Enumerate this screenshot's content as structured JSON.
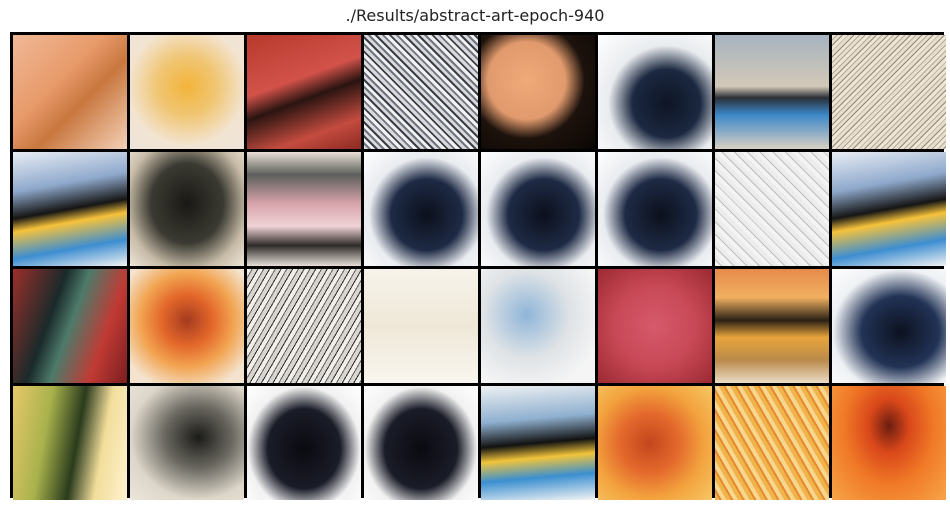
{
  "title": "./Results/abstract-art-epoch-940",
  "palette": {
    "background": "#ffffff",
    "grid_border": "#000000"
  },
  "tiles": [
    {
      "bg": "linear-gradient(135deg,#f0b896 0%,#e89a6a 40%,#c9773e 60%,#f4d1b8 100%)"
    },
    {
      "bg": "radial-gradient(circle at 50% 45%,#f3b43a 0%,#f0c674 35%,#f3e4d2 70%,#ece4da 100%)"
    },
    {
      "bg": "linear-gradient(160deg,#b73a2c 0%,#d2524a 40%,#2a1410 55%,#c44b3f 80%,#8d2a22 100%)"
    },
    {
      "bg": "repeating-linear-gradient(45deg,#d9d9dc 0 3px,#6e7480 3px 5px,#f1f1f1 5px 8px,#3b3f4a 8px 10px)"
    },
    {
      "bg": "radial-gradient(ellipse at 40% 40%,#f0a978 0%,#e19a6d 40%,#1d120c 60%,#0a0604 100%)"
    },
    {
      "bg": "radial-gradient(ellipse at 60% 60%,#0e1525 0%,#1b2840 35%,#e9ecef 60%,#ffffff 100%)"
    },
    {
      "bg": "linear-gradient(180deg,#a6b3bf 0%,#d2c8b8 45%,#2b2f36 55%,#3a87c7 70%,#d9d0c3 100%)"
    },
    {
      "bg": "repeating-linear-gradient(135deg,#efe6d8 0 3px,#b8aa96 3px 4px,#e7ddcd 4px 7px,#8f8778 7px 8px)"
    },
    {
      "bg": "linear-gradient(170deg,#e8edf5 0%,#8fa9cc 30%,#151515 50%,#f6c23a 60%,#3d8ed1 80%,#f2f2f2 100%)"
    },
    {
      "bg": "radial-gradient(ellipse at 50% 45%,#1a1814 0%,#3b3a32 45%,#c8bca8 75%,#eee6da 100%)"
    },
    {
      "bg": "linear-gradient(180deg,#e9dfd6 0%,#5b5e5b 20%,#d7a3aa 45%,#efd3d6 65%,#2f2b28 82%,#e5dfd7 100%)"
    },
    {
      "bg": "radial-gradient(ellipse at 55% 55%,#0b101c 0%,#1e2a45 40%,#e9ecf0 65%,#ffffff 100%)"
    },
    {
      "bg": "radial-gradient(ellipse at 55% 55%,#0b101c 0%,#1e2a45 40%,#e9ecf0 65%,#ffffff 100%)"
    },
    {
      "bg": "radial-gradient(ellipse at 55% 55%,#0b101c 0%,#1e2a45 40%,#e9ecf0 65%,#ffffff 100%)"
    },
    {
      "bg": "repeating-linear-gradient(45deg,#f3f3f3 0 4px,#bdbdbd 4px 5px,#ececec 5px 9px)"
    },
    {
      "bg": "linear-gradient(170deg,#e8edf5 0%,#8fa9cc 30%,#151515 50%,#f6c23a 60%,#3d8ed1 80%,#f2f2f2 100%)"
    },
    {
      "bg": "linear-gradient(110deg,#9c2f2a 0%,#1a2a2a 35%,#4d7a6a 50%,#c13a34 75%,#7a1e1f 100%)"
    },
    {
      "bg": "radial-gradient(circle at 50% 45%,#a53a1f 0%,#e3672a 30%,#f2a451 55%,#f4e4cf 85%)"
    },
    {
      "bg": "repeating-linear-gradient(120deg,#f2efea 0 4px,#5f5f5f 4px 5px,#d9d6d0 5px 9px,#2a2a2a 9px 10px)"
    },
    {
      "bg": "linear-gradient(180deg,#f7f3ea 0%,#efe8d8 50%,#f9f6ef 100%)"
    },
    {
      "bg": "radial-gradient(ellipse at 40% 40%,#8fb5d8 0%,#dfe3e6 45%,#f5f5f5 80%)"
    },
    {
      "bg": "radial-gradient(ellipse at 50% 50%,#d65a6c 0%,#c84856 50%,#9b2a32 100%)"
    },
    {
      "bg": "linear-gradient(180deg,#e78a4c 0%,#f0b060 25%,#2a2014 45%,#e8a43c 60%,#b98a4a 80%,#ecdcc6 100%)"
    },
    {
      "bg": "radial-gradient(ellipse at 60% 55%,#0c1120 0%,#223356 40%,#eef1f4 70%,#ffffff 100%)"
    },
    {
      "bg": "linear-gradient(100deg,#e7c86a 0%,#a8b24c 30%,#2a3b1c 55%,#f2dd9a 75%,#fff2cf 100%)"
    },
    {
      "bg": "radial-gradient(ellipse at 60% 45%,#1b1b18 0%,#6a6860 35%,#ddd6ca 70%,#ece6dc 100%)"
    },
    {
      "bg": "radial-gradient(ellipse at 50% 55%,#0a0a10 0%,#1a1c28 45%,#f2f2f2 70%,#ffffff 100%)"
    },
    {
      "bg": "radial-gradient(ellipse at 50% 55%,#0a0a10 0%,#1a1c28 45%,#f2f2f2 70%,#ffffff 100%)"
    },
    {
      "bg": "linear-gradient(175deg,#eef1f3 0%,#8fb0cf 30%,#121212 50%,#f1c43a 62%,#3b8fd0 78%,#f4f4f4 100%)"
    },
    {
      "bg": "radial-gradient(circle at 45% 50%,#c2461c 0%,#e4692c 35%,#f3a33e 65%,#f6c764 100%)"
    },
    {
      "bg": "repeating-linear-gradient(60deg,#f0b44a 0 4px,#e58a2f 4px 6px,#f7d690 6px 10px)"
    },
    {
      "bg": "radial-gradient(ellipse at 50% 35%,#6b1d10 0%,#d9471a 25%,#f07826 55%,#f7a548 100%)"
    }
  ]
}
